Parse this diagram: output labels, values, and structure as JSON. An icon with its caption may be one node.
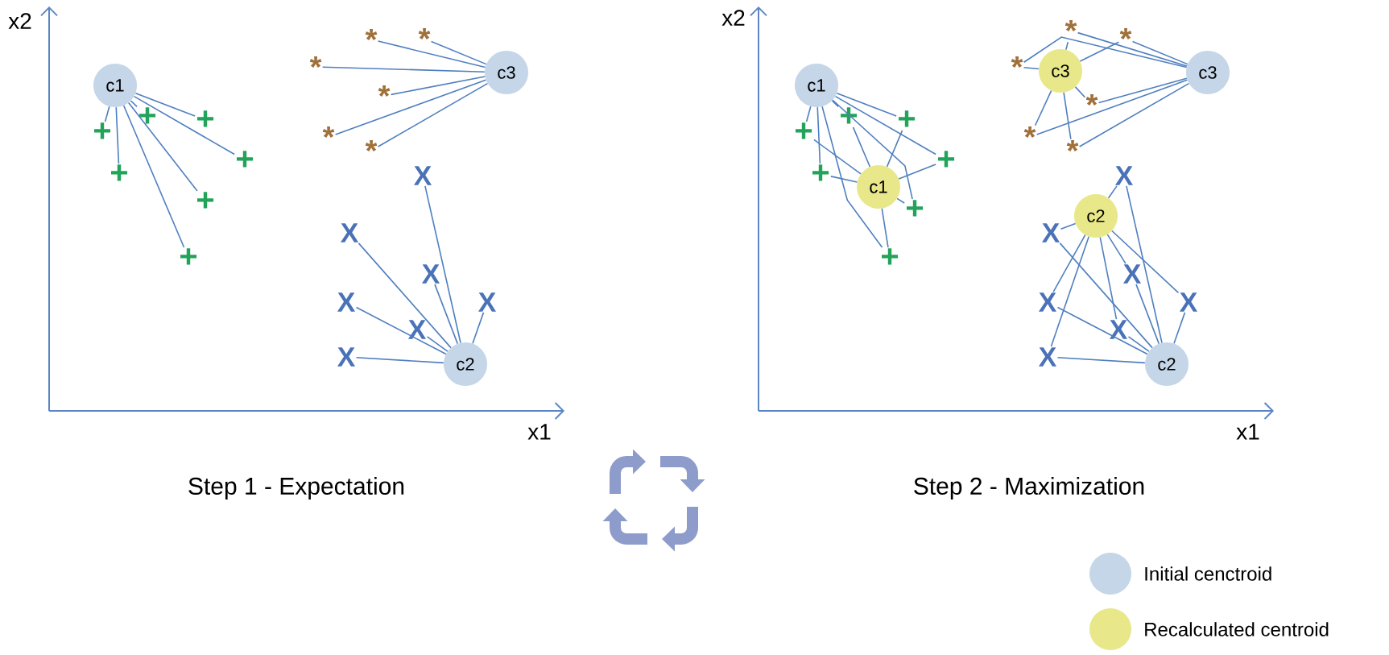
{
  "diagram": {
    "nodes": [
      {
        "text": [
          "c1"
        ]
      },
      {
        "text": [
          "c3"
        ]
      },
      {
        "text": [
          "c2"
        ]
      },
      {
        "text": [
          "+"
        ]
      },
      {
        "text": [
          "+"
        ]
      },
      {
        "text": [
          "+"
        ]
      },
      {
        "text": [
          "+"
        ]
      },
      {
        "text": [
          "+"
        ]
      },
      {
        "text": [
          "+"
        ]
      },
      {
        "text": [
          "+"
        ]
      },
      {
        "text": [
          "*"
        ]
      },
      {
        "text": [
          "*"
        ]
      },
      {
        "text": [
          "*"
        ]
      },
      {
        "text": [
          "*"
        ]
      },
      {
        "text": [
          "*"
        ]
      },
      {
        "text": [
          "*"
        ]
      },
      {
        "text": [
          "X"
        ]
      },
      {
        "text": [
          "X"
        ]
      },
      {
        "text": [
          "X"
        ]
      },
      {
        "text": [
          "X"
        ]
      },
      {
        "text": [
          "X"
        ]
      },
      {
        "text": [
          "X"
        ]
      },
      {
        "text": [
          "X"
        ]
      },
      {
        "text": [
          "c1"
        ]
      },
      {
        "text": [
          "c3"
        ]
      },
      {
        "text": [
          "c2"
        ]
      },
      {
        "text": [
          "+"
        ]
      },
      {
        "text": [
          "+"
        ]
      },
      {
        "text": [
          "+"
        ]
      },
      {
        "text": [
          "+"
        ]
      },
      {
        "text": [
          "+"
        ]
      },
      {
        "text": [
          "+"
        ]
      },
      {
        "text": [
          "+"
        ]
      },
      {
        "text": [
          "*"
        ]
      },
      {
        "text": [
          "*"
        ]
      },
      {
        "text": [
          "*"
        ]
      },
      {
        "text": [
          "*"
        ]
      },
      {
        "text": [
          "*"
        ]
      },
      {
        "text": [
          "*"
        ]
      },
      {
        "text": [
          "X"
        ]
      },
      {
        "text": [
          "X"
        ]
      },
      {
        "text": [
          "X"
        ]
      },
      {
        "text": [
          "X"
        ]
      },
      {
        "text": [
          "X"
        ]
      },
      {
        "text": [
          "X"
        ]
      },
      {
        "text": [
          "X"
        ]
      },
      {
        "text": [
          "c1"
        ]
      },
      {
        "text": [
          "c3"
        ]
      },
      {
        "text": [
          "c2"
        ]
      }
    ],
    "edges": [
      {
        "from": 0,
        "to": 3,
        "arrow": "none"
      },
      {
        "from": 0,
        "to": 4,
        "arrow": "none"
      },
      {
        "from": 0,
        "to": 5,
        "arrow": "none"
      },
      {
        "from": 0,
        "to": 6,
        "arrow": "none"
      },
      {
        "from": 0,
        "to": 7,
        "arrow": "none"
      },
      {
        "from": 0,
        "to": 8,
        "arrow": "none"
      },
      {
        "from": 0,
        "to": 9,
        "arrow": "none"
      },
      {
        "from": 1,
        "to": 10,
        "arrow": "none"
      },
      {
        "from": 1,
        "to": 11,
        "arrow": "none"
      },
      {
        "from": 1,
        "to": 12,
        "arrow": "none"
      },
      {
        "from": 1,
        "to": 13,
        "arrow": "none"
      },
      {
        "from": 1,
        "to": 14,
        "arrow": "none"
      },
      {
        "from": 1,
        "to": 15,
        "arrow": "none"
      },
      {
        "from": 2,
        "to": 16,
        "arrow": "none"
      },
      {
        "from": 2,
        "to": 17,
        "arrow": "none"
      },
      {
        "from": 2,
        "to": 18,
        "arrow": "none"
      },
      {
        "from": 2,
        "to": 19,
        "arrow": "none"
      },
      {
        "from": 2,
        "to": 20,
        "arrow": "none"
      },
      {
        "from": 2,
        "to": 21,
        "arrow": "none"
      },
      {
        "from": 2,
        "to": 22,
        "arrow": "none"
      },
      {
        "from": 23,
        "to": 26,
        "arrow": "none"
      },
      {
        "from": 23,
        "to": 27,
        "arrow": "none"
      },
      {
        "from": 23,
        "to": 28,
        "arrow": "none"
      },
      {
        "from": 23,
        "to": 29,
        "arrow": "none"
      },
      {
        "from": 23,
        "to": 30,
        "arrow": "none"
      },
      {
        "from": 23,
        "to": 31,
        "arrow": "none"
      },
      {
        "from": 23,
        "to": 32,
        "arrow": "none"
      },
      {
        "from": 24,
        "to": 33,
        "arrow": "none"
      },
      {
        "from": 24,
        "to": 34,
        "arrow": "none"
      },
      {
        "from": 24,
        "to": 35,
        "arrow": "none"
      },
      {
        "from": 24,
        "to": 36,
        "arrow": "none"
      },
      {
        "from": 24,
        "to": 37,
        "arrow": "none"
      },
      {
        "from": 24,
        "to": 38,
        "arrow": "none"
      },
      {
        "from": 25,
        "to": 39,
        "arrow": "none"
      },
      {
        "from": 25,
        "to": 40,
        "arrow": "none"
      },
      {
        "from": 25,
        "to": 41,
        "arrow": "none"
      },
      {
        "from": 25,
        "to": 42,
        "arrow": "none"
      },
      {
        "from": 25,
        "to": 43,
        "arrow": "none"
      },
      {
        "from": 25,
        "to": 44,
        "arrow": "none"
      },
      {
        "from": 25,
        "to": 45,
        "arrow": "none"
      },
      {
        "from": 46,
        "to": 26,
        "arrow": "none"
      },
      {
        "from": 46,
        "to": 27,
        "arrow": "none"
      },
      {
        "from": 46,
        "to": 28,
        "arrow": "none"
      },
      {
        "from": 46,
        "to": 29,
        "arrow": "none"
      },
      {
        "from": 46,
        "to": 30,
        "arrow": "none"
      },
      {
        "from": 46,
        "to": 31,
        "arrow": "none"
      },
      {
        "from": 46,
        "to": 32,
        "arrow": "none"
      },
      {
        "from": 47,
        "to": 33,
        "arrow": "none"
      },
      {
        "from": 47,
        "to": 34,
        "arrow": "none"
      },
      {
        "from": 47,
        "to": 35,
        "arrow": "none"
      },
      {
        "from": 47,
        "to": 36,
        "arrow": "none"
      },
      {
        "from": 47,
        "to": 37,
        "arrow": "none"
      },
      {
        "from": 47,
        "to": 38,
        "arrow": "none"
      },
      {
        "from": 48,
        "to": 39,
        "arrow": "none"
      },
      {
        "from": 48,
        "to": 40,
        "arrow": "none"
      },
      {
        "from": 48,
        "to": 41,
        "arrow": "none"
      },
      {
        "from": 48,
        "to": 42,
        "arrow": "none"
      },
      {
        "from": 48,
        "to": 43,
        "arrow": "none"
      },
      {
        "from": 48,
        "to": 44,
        "arrow": "none"
      },
      {
        "from": 48,
        "to": 45,
        "arrow": "none"
      }
    ],
    "labels": [
      "x2",
      "x2",
      "x1",
      "x1",
      "Step 1 - Expectation",
      "Step 2 - Maximization"
    ],
    "legend": [
      {
        "text": "Initial cenctroid",
        "color": "#c5d6e8"
      },
      {
        "text": "Recalculated centroid",
        "color": "#e8e88a"
      }
    ]
  }
}
